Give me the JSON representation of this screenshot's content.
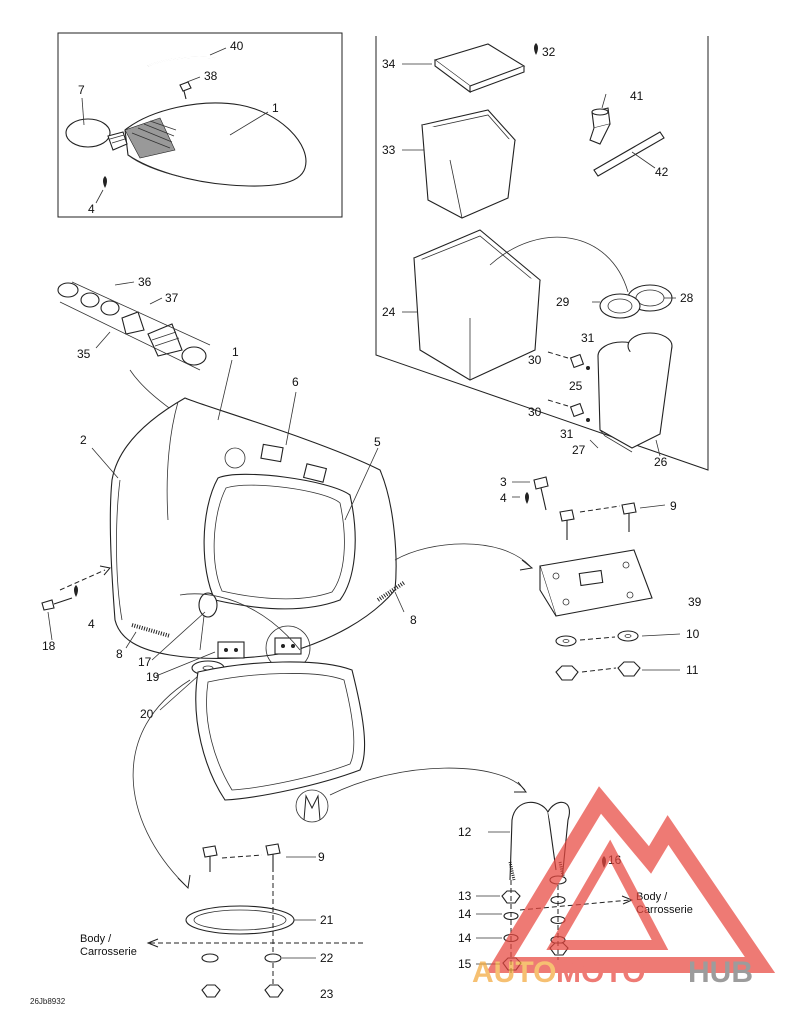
{
  "callouts": [
    {
      "id": "c1a",
      "text": "1"
    },
    {
      "id": "c1b",
      "text": "1"
    },
    {
      "id": "c2",
      "text": "2"
    },
    {
      "id": "c3",
      "text": "3"
    },
    {
      "id": "c4a",
      "text": "4"
    },
    {
      "id": "c4b",
      "text": "4"
    },
    {
      "id": "c4c",
      "text": "4"
    },
    {
      "id": "c5",
      "text": "5"
    },
    {
      "id": "c6",
      "text": "6"
    },
    {
      "id": "c7",
      "text": "7"
    },
    {
      "id": "c8a",
      "text": "8"
    },
    {
      "id": "c8b",
      "text": "8"
    },
    {
      "id": "c9a",
      "text": "9"
    },
    {
      "id": "c9b",
      "text": "9"
    },
    {
      "id": "c10",
      "text": "10"
    },
    {
      "id": "c11",
      "text": "11"
    },
    {
      "id": "c12",
      "text": "12"
    },
    {
      "id": "c13",
      "text": "13"
    },
    {
      "id": "c14a",
      "text": "14"
    },
    {
      "id": "c14b",
      "text": "14"
    },
    {
      "id": "c15",
      "text": "15"
    },
    {
      "id": "c16",
      "text": "16"
    },
    {
      "id": "c17",
      "text": "17"
    },
    {
      "id": "c18",
      "text": "18"
    },
    {
      "id": "c19",
      "text": "19"
    },
    {
      "id": "c20",
      "text": "20"
    },
    {
      "id": "c21",
      "text": "21"
    },
    {
      "id": "c22",
      "text": "22"
    },
    {
      "id": "c23",
      "text": "23"
    },
    {
      "id": "c24",
      "text": "24"
    },
    {
      "id": "c25",
      "text": "25"
    },
    {
      "id": "c26",
      "text": "26"
    },
    {
      "id": "c27",
      "text": "27"
    },
    {
      "id": "c28",
      "text": "28"
    },
    {
      "id": "c29",
      "text": "29"
    },
    {
      "id": "c30a",
      "text": "30"
    },
    {
      "id": "c30b",
      "text": "30"
    },
    {
      "id": "c31a",
      "text": "31"
    },
    {
      "id": "c31b",
      "text": "31"
    },
    {
      "id": "c32",
      "text": "32"
    },
    {
      "id": "c33",
      "text": "33"
    },
    {
      "id": "c34",
      "text": "34"
    },
    {
      "id": "c35",
      "text": "35"
    },
    {
      "id": "c36",
      "text": "36"
    },
    {
      "id": "c37",
      "text": "37"
    },
    {
      "id": "c38",
      "text": "38"
    },
    {
      "id": "c39",
      "text": "39"
    },
    {
      "id": "c40",
      "text": "40"
    },
    {
      "id": "c41",
      "text": "41"
    },
    {
      "id": "c42",
      "text": "42"
    }
  ],
  "body_labels": [
    {
      "id": "body-left",
      "line1": "Body /",
      "line2": "Carrosserie"
    },
    {
      "id": "body-right",
      "line1": "Body /",
      "line2": "Carrosserie"
    }
  ],
  "figure_code": "26Jb8932",
  "watermark": {
    "part1": "AUTO",
    "part2": "MOTO",
    "part3": "HUB"
  },
  "colors": {
    "ink": "#222222",
    "watermark_red": "#e8473f",
    "watermark_orange": "#f3a93c",
    "watermark_gray": "#777777"
  }
}
